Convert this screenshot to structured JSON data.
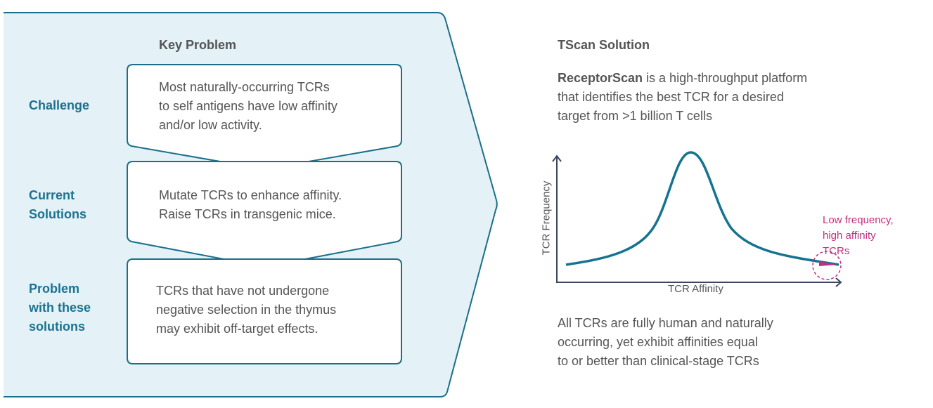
{
  "left": {
    "heading": "Key Problem",
    "rows": [
      {
        "label_lines": [
          "Challenge"
        ],
        "text_lines": [
          "Most naturally-occurring TCRs",
          "to self antigens have low affinity",
          "and/or low activity."
        ]
      },
      {
        "label_lines": [
          "Current",
          "Solutions"
        ],
        "text_lines": [
          "Mutate TCRs to enhance affinity.",
          "Raise TCRs in transgenic mice."
        ]
      },
      {
        "label_lines": [
          "Problem",
          "with these",
          "solutions"
        ],
        "text_lines": [
          "TCRs that have not undergone",
          "negative selection in the thymus",
          "may exhibit off-target effects."
        ]
      }
    ]
  },
  "right": {
    "heading": "TScan Solution",
    "intro_bold": "ReceptorScan",
    "intro_lines": [
      " is a high-throughput platform",
      "that identifies the best TCR for a desired",
      "target from >1 billion T cells"
    ],
    "outro_lines": [
      "All TCRs are fully human and naturally",
      "occurring, yet exhibit affinities equal",
      "to or better than clinical-stage TCRs"
    ]
  },
  "chart": {
    "xlabel": "TCR Affinity",
    "ylabel": "TCR Frequency",
    "annotation_lines": [
      "Low frequency,",
      "high affinity",
      "TCRs"
    ]
  },
  "colors": {
    "accent": "#1b7290",
    "fill": "#e4f1f6",
    "highlight": "#c0307e",
    "text": "#555555"
  }
}
